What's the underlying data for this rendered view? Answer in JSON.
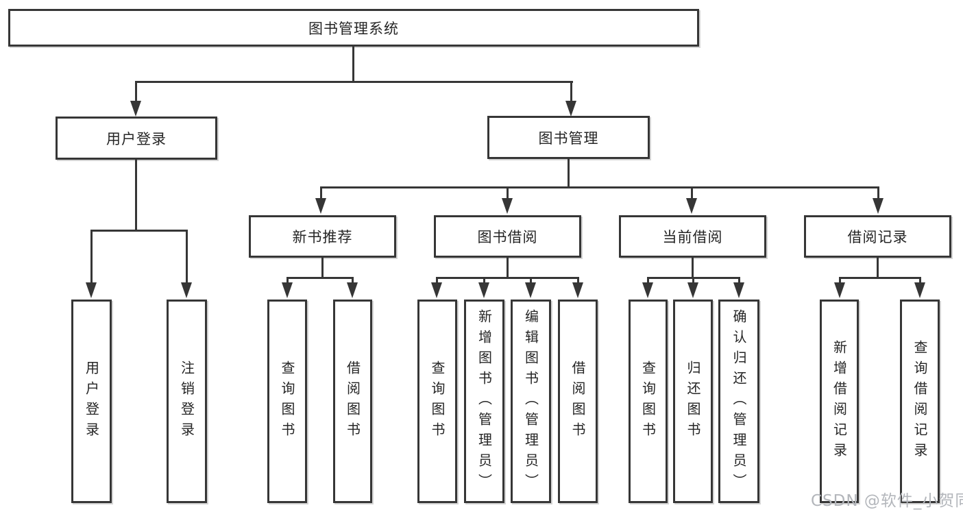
{
  "nodes": {
    "root": "图书管理系统",
    "level2": [
      "用户登录",
      "图书管理"
    ],
    "level3": [
      "新书推荐",
      "图书借阅",
      "当前借阅",
      "借阅记录"
    ],
    "leaves": [
      "用户登录",
      "注销登录",
      "查询图书",
      "借阅图书",
      "查询图书",
      "新增图书（管理员）",
      "编辑图书（管理员）",
      "借阅图书",
      "查询图书",
      "归还图书",
      "确认归还（管理员）",
      "新增借阅记录",
      "查询借阅记录"
    ]
  },
  "watermark": "CSDN @软件_小贺同学",
  "colors": {
    "line": "#363636",
    "text": "#252525",
    "watermark": "#b3b6bb",
    "background": "#ffffff"
  }
}
